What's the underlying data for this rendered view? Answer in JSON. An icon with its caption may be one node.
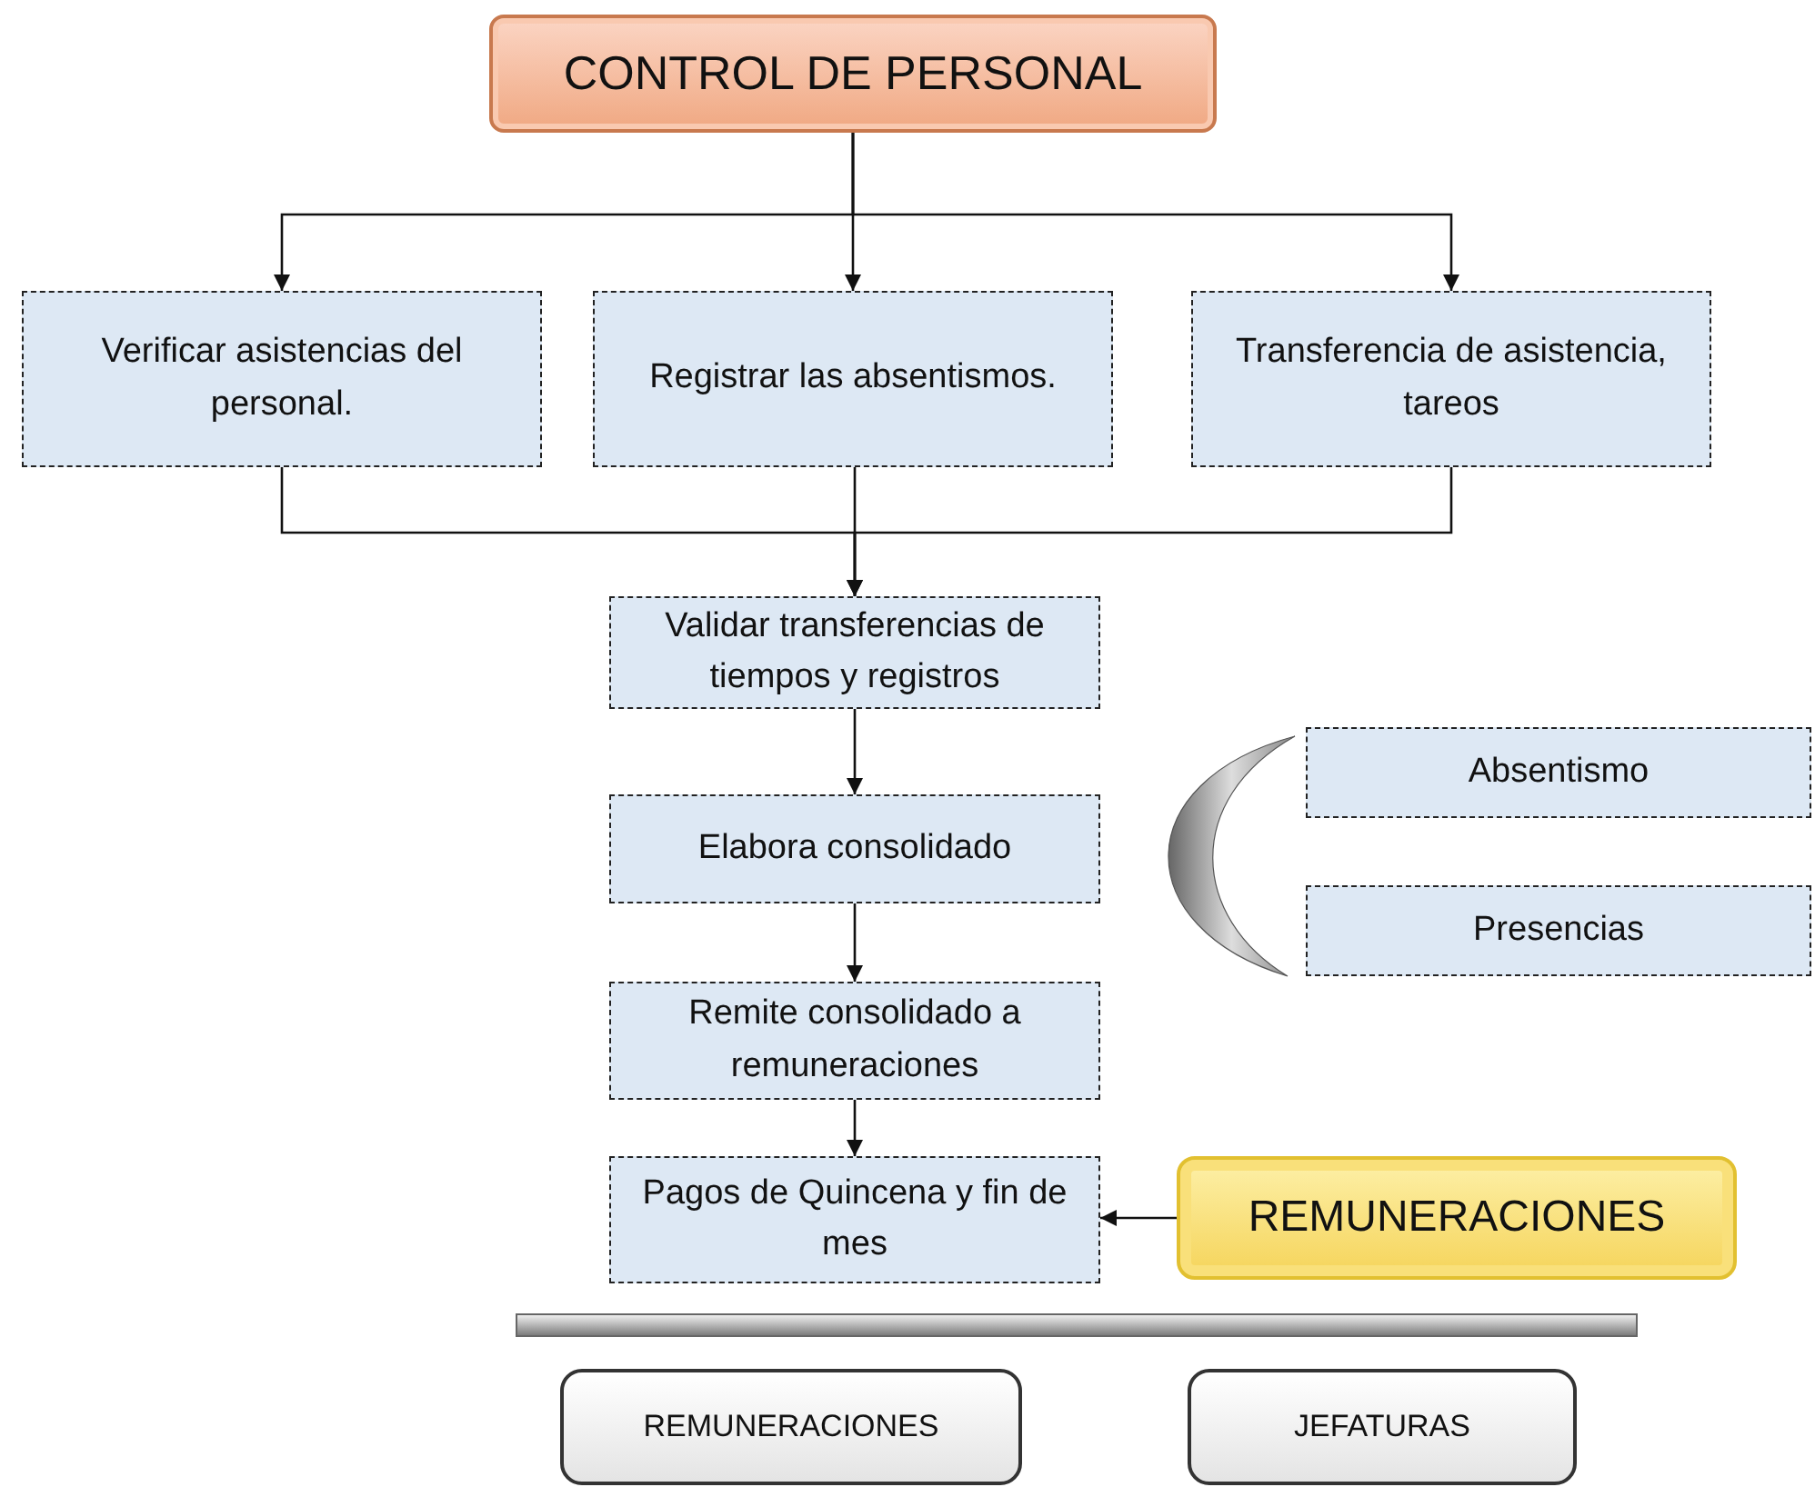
{
  "diagram": {
    "nodes": [
      {
        "text": [
          "CONTROL DE PERSONAL"
        ]
      },
      {
        "text": [
          "Verificar asistencias del personal."
        ]
      },
      {
        "text": [
          "Registrar las absentismos."
        ]
      },
      {
        "text": [
          "Transferencia de asistencia, tareos"
        ]
      },
      {
        "text": [
          "Validar transferencias de tiempos y registros"
        ]
      },
      {
        "text": [
          "Elabora consolidado"
        ]
      },
      {
        "text": [],
        "shape": "bracket"
      },
      {
        "text": [
          "Absentismo"
        ]
      },
      {
        "text": [
          "Presencias"
        ]
      },
      {
        "text": [
          "Remite consolidado a remuneraciones"
        ]
      },
      {
        "text": [
          "Pagos de Quincena y fin de mes"
        ]
      },
      {
        "text": [
          "REMUNERACIONES"
        ]
      },
      {
        "text": [
          "REMUNERACIONES"
        ]
      },
      {
        "text": [
          "JEFATURAS"
        ]
      }
    ],
    "edges": [
      {
        "from": 0,
        "to": 1,
        "arrow": "to"
      },
      {
        "from": 0,
        "to": 2,
        "arrow": "to"
      },
      {
        "from": 0,
        "to": 3,
        "arrow": "to"
      },
      {
        "from": 1,
        "to": 4,
        "arrow": "to"
      },
      {
        "from": 2,
        "to": 4,
        "arrow": "to"
      },
      {
        "from": 3,
        "to": 4,
        "arrow": "to"
      },
      {
        "from": 4,
        "to": 5,
        "arrow": "to"
      },
      {
        "from": 5,
        "to": 9,
        "arrow": "to"
      },
      {
        "from": 9,
        "to": 10,
        "arrow": "to"
      },
      {
        "from": 11,
        "to": 10,
        "arrow": "to"
      }
    ]
  }
}
